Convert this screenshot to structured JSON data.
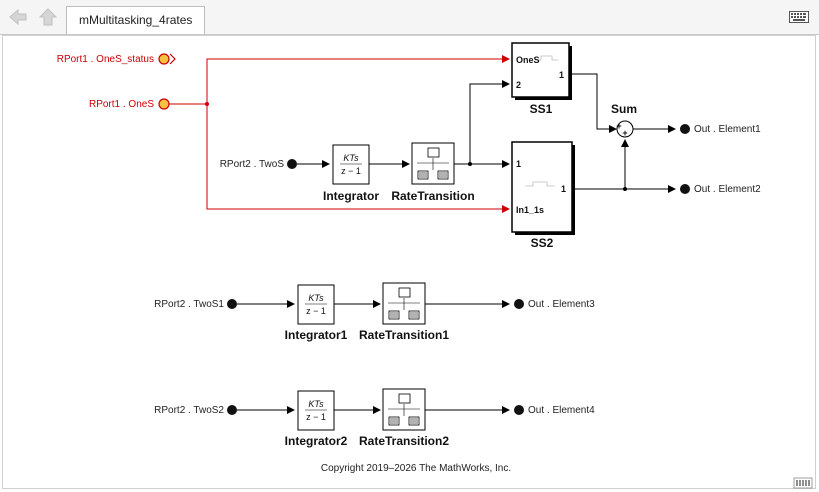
{
  "toolbar": {
    "tab_title": "mMultitasking_4rates"
  },
  "inports": {
    "oneS_status": "RPort1 . OneS_status",
    "oneS": "RPort1 . OneS",
    "twoS": "RPort2 . TwoS",
    "twoS1": "RPort2 . TwoS1",
    "twoS2": "RPort2 . TwoS2"
  },
  "outports": {
    "el1": "Out . Element1",
    "el2": "Out . Element2",
    "el3": "Out . Element3",
    "el4": "Out . Element4"
  },
  "blocks": {
    "ss1": {
      "name": "SS1",
      "port_oneS": "OneS",
      "port_in2": "2",
      "port_out1": "1"
    },
    "ss2": {
      "name": "SS2",
      "port_in1": "1",
      "port_in2": "In1_1s",
      "port_out1": "1"
    },
    "sum": {
      "name": "Sum",
      "plus1": "+",
      "plus2": "+"
    },
    "integrator": "Integrator",
    "integrator1": "Integrator1",
    "integrator2": "Integrator2",
    "rate_transition": "RateTransition",
    "rate_transition1": "RateTransition1",
    "rate_transition2": "RateTransition2",
    "integrator_num": "KTs",
    "integrator_den": "z − 1"
  },
  "footer": {
    "copyright": "Copyright 2019–2026 The MathWorks, Inc."
  },
  "colors": {
    "async_signal": "#cc0000",
    "port_fill": "#f5c242",
    "tab_bg": "#ffffff"
  },
  "icons": [
    "back-arrow-icon",
    "up-arrow-icon",
    "keyboard-icon",
    "resize-grip-icon"
  ]
}
